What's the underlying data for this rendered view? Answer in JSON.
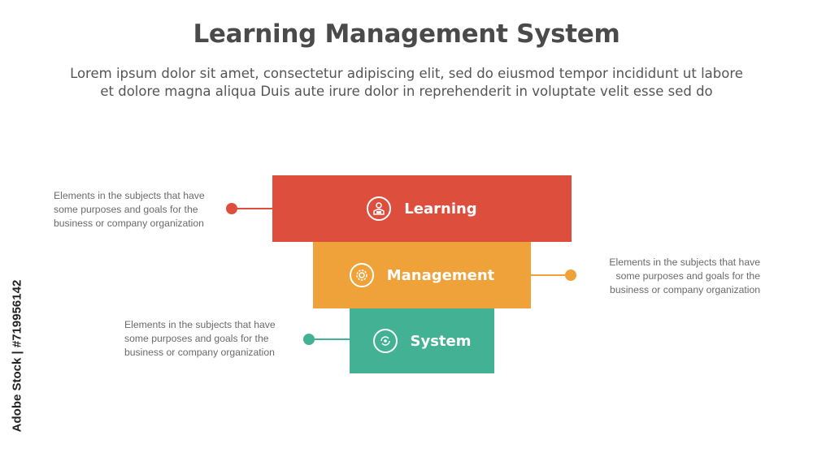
{
  "header": {
    "title": "Learning Management System",
    "subtitle_line1": "Lorem ipsum dolor sit amet, consectetur adipiscing elit, sed do eiusmod tempor incididunt ut labore",
    "subtitle_line2": "et dolore magna aliqua Duis aute irure dolor in reprehenderit in voluptate velit esse sed do"
  },
  "levels": [
    {
      "label": "Learning",
      "color": "#de4e3d",
      "icon": "reader-icon",
      "description": [
        "Elements in the subjects that have",
        "some purposes and goals for the",
        "business or company organization"
      ]
    },
    {
      "label": "Management",
      "color": "#f0a23a",
      "icon": "gear-icon",
      "description": [
        "Elements in the subjects that have",
        "some purposes and goals for the",
        "business or company organization"
      ]
    },
    {
      "label": "System",
      "color": "#43b193",
      "icon": "cycle-icon",
      "description": [
        "Elements in the subjects that have",
        "some purposes and goals for the",
        "business or company organization"
      ]
    }
  ],
  "watermark": "Adobe Stock | #719956142"
}
